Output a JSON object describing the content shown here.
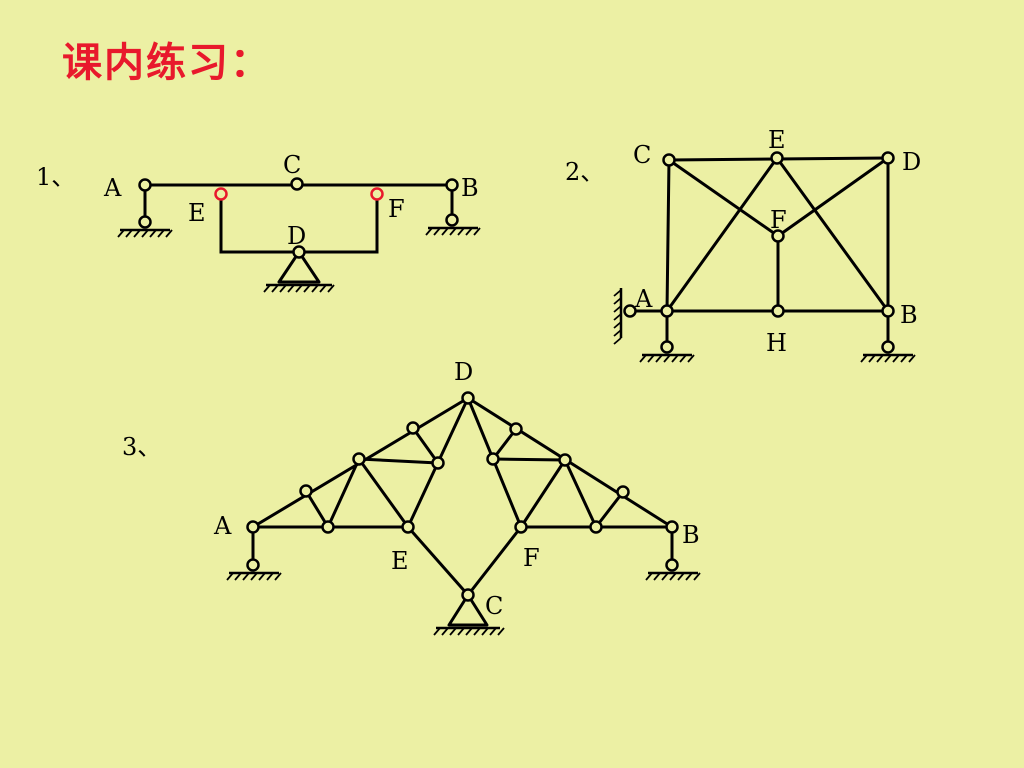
{
  "title": "课内练习：",
  "problems": [
    {
      "number": "1、",
      "labels": [
        "A",
        "C",
        "B",
        "E",
        "F",
        "D"
      ]
    },
    {
      "number": "2、",
      "labels": [
        "C",
        "E",
        "D",
        "F",
        "A",
        "B",
        "H"
      ]
    },
    {
      "number": "3、",
      "labels": [
        "D",
        "A",
        "B",
        "E",
        "F",
        "C"
      ]
    }
  ],
  "colors": {
    "background": "#ecf0a4",
    "title": "#e8192c",
    "hinge_highlight": "#e8192c",
    "line": "#000000"
  }
}
